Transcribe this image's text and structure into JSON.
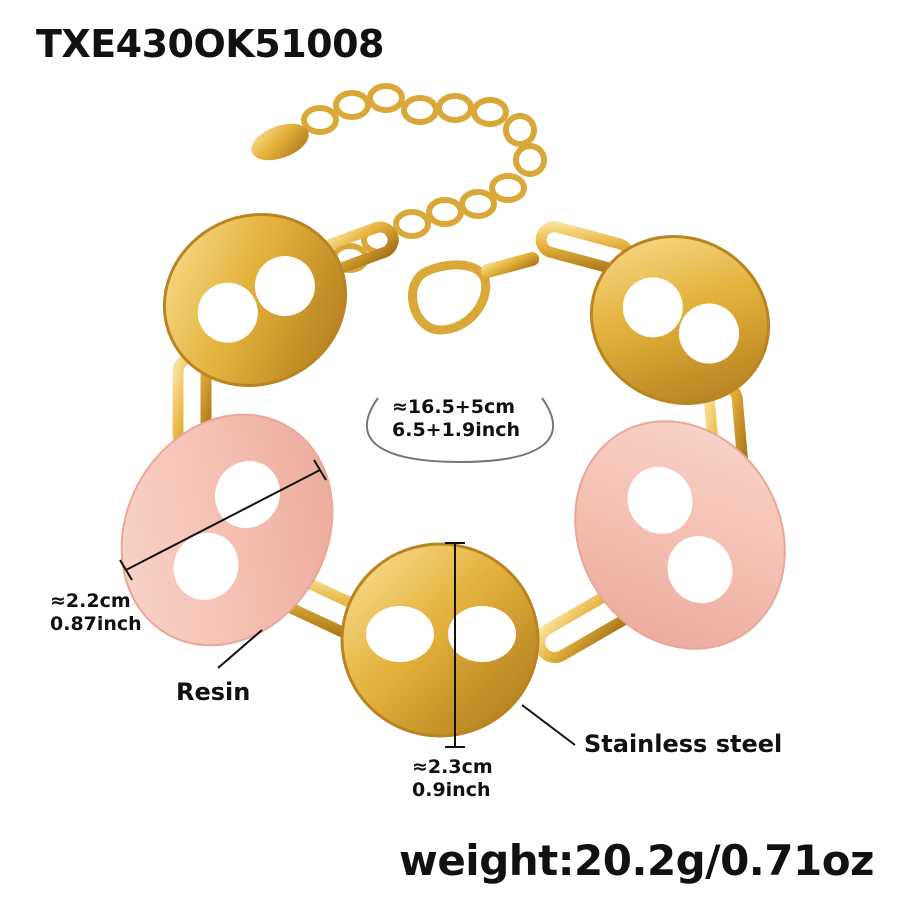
{
  "product": {
    "sku": "TXE430OK51008",
    "weight": "weight:20.2g/0.71oz"
  },
  "dimensions": {
    "length_cm": "≈16.5+5cm",
    "length_inch": "6.5+1.9inch",
    "resin_width_cm": "≈2.2cm",
    "resin_width_inch": "0.87inch",
    "steel_width_cm": "≈2.3cm",
    "steel_width_inch": "0.9inch"
  },
  "materials": {
    "resin": "Resin",
    "steel": "Stainless steel"
  },
  "colors": {
    "gold": "#e2b23a",
    "pink": "#f4bfb3",
    "background": "#ffffff"
  }
}
